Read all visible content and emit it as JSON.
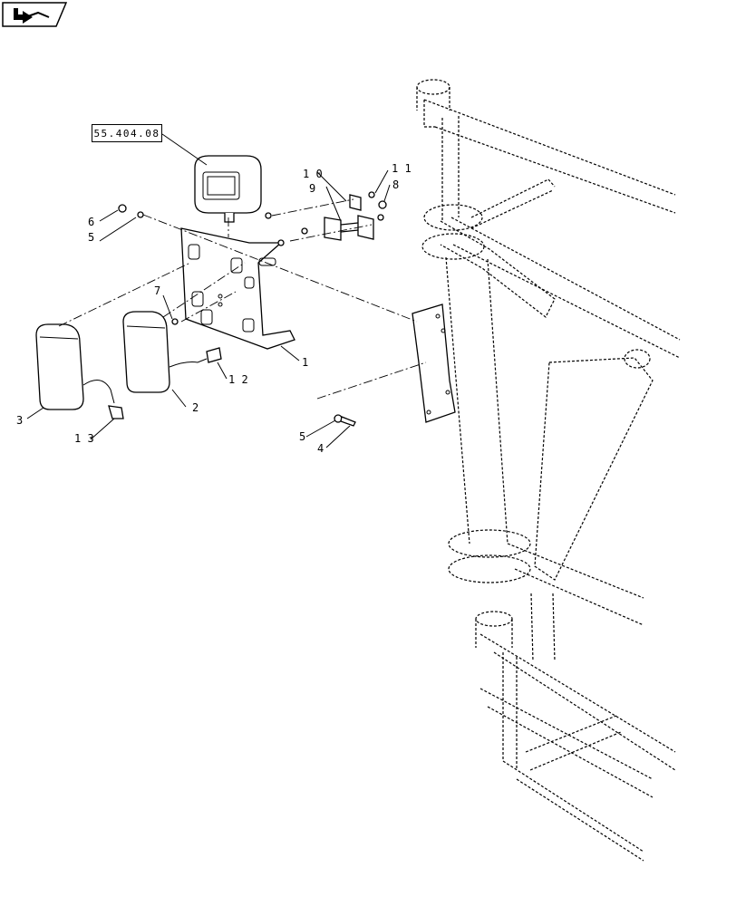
{
  "navigation": {
    "icon": "back-arrow-icon"
  },
  "reference": {
    "label": "55.404.08"
  },
  "callouts": [
    {
      "id": "1",
      "text": "1"
    },
    {
      "id": "2",
      "text": "2"
    },
    {
      "id": "3",
      "text": "3"
    },
    {
      "id": "4",
      "text": "4"
    },
    {
      "id": "5a",
      "text": "5"
    },
    {
      "id": "5b",
      "text": "5"
    },
    {
      "id": "6",
      "text": "6"
    },
    {
      "id": "7",
      "text": "7"
    },
    {
      "id": "8",
      "text": "8"
    },
    {
      "id": "9",
      "text": "9"
    },
    {
      "id": "10",
      "text": "1 0"
    },
    {
      "id": "11",
      "text": "1 1"
    },
    {
      "id": "12",
      "text": "1 2"
    },
    {
      "id": "13",
      "text": "1 3"
    }
  ]
}
